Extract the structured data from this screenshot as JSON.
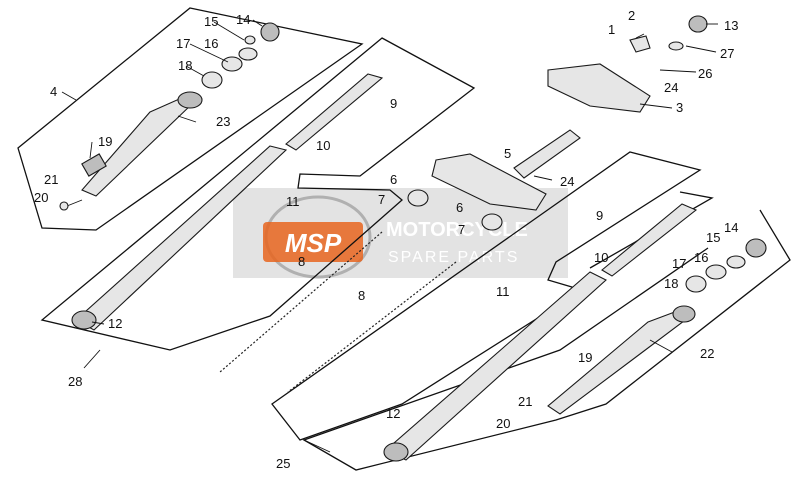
{
  "diagram": {
    "watermark": {
      "brand": "MSP",
      "line1": "MOTORCYCLE",
      "line2": "SPARE PARTS",
      "accent_color": "#e8651e",
      "band_color": "#d9d9d9"
    },
    "labels": [
      "1",
      "2",
      "3",
      "4",
      "5",
      "6",
      "6",
      "7",
      "7",
      "8",
      "8",
      "9",
      "9",
      "10",
      "10",
      "11",
      "11",
      "12",
      "12",
      "13",
      "14",
      "14",
      "15",
      "15",
      "16",
      "16",
      "17",
      "17",
      "18",
      "18",
      "19",
      "19",
      "20",
      "20",
      "21",
      "21",
      "22",
      "23",
      "24",
      "24",
      "25",
      "26",
      "27",
      "28"
    ]
  }
}
